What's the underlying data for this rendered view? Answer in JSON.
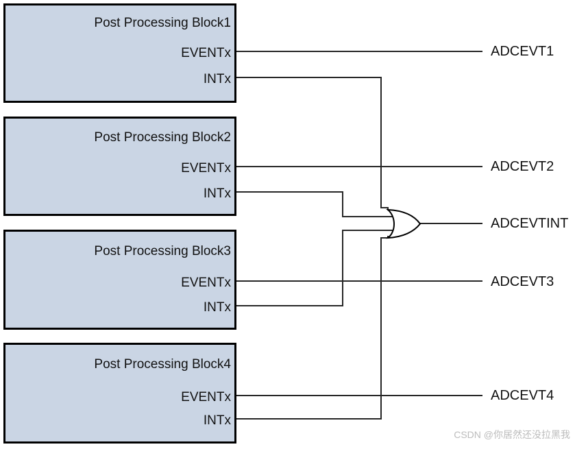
{
  "diagram": {
    "type": "block-diagram",
    "description": "ADC post-processing blocks event/interrupt wiring with OR gate"
  },
  "blocks": [
    {
      "title": "Post Processing Block1",
      "event_port": "EVENTx",
      "int_port": "INTx"
    },
    {
      "title": "Post Processing Block2",
      "event_port": "EVENTx",
      "int_port": "INTx"
    },
    {
      "title": "Post Processing Block3",
      "event_port": "EVENTx",
      "int_port": "INTx"
    },
    {
      "title": "Post Processing Block4",
      "event_port": "EVENTx",
      "int_port": "INTx"
    }
  ],
  "outputs": [
    {
      "label": "ADCEVT1"
    },
    {
      "label": "ADCEVT2"
    },
    {
      "label": "ADCEVTINT"
    },
    {
      "label": "ADCEVT3"
    },
    {
      "label": "ADCEVT4"
    }
  ],
  "gate": {
    "type": "or-gate",
    "inputs": 4,
    "output": "ADCEVTINT"
  },
  "watermark": "CSDN @你居然还没拉黑我",
  "colors": {
    "background": "#ffffff",
    "block_fill": "#cad5e4",
    "block_border": "#000000",
    "wire": "#262626",
    "text": "#111111",
    "watermark": "#bcbcbc"
  }
}
